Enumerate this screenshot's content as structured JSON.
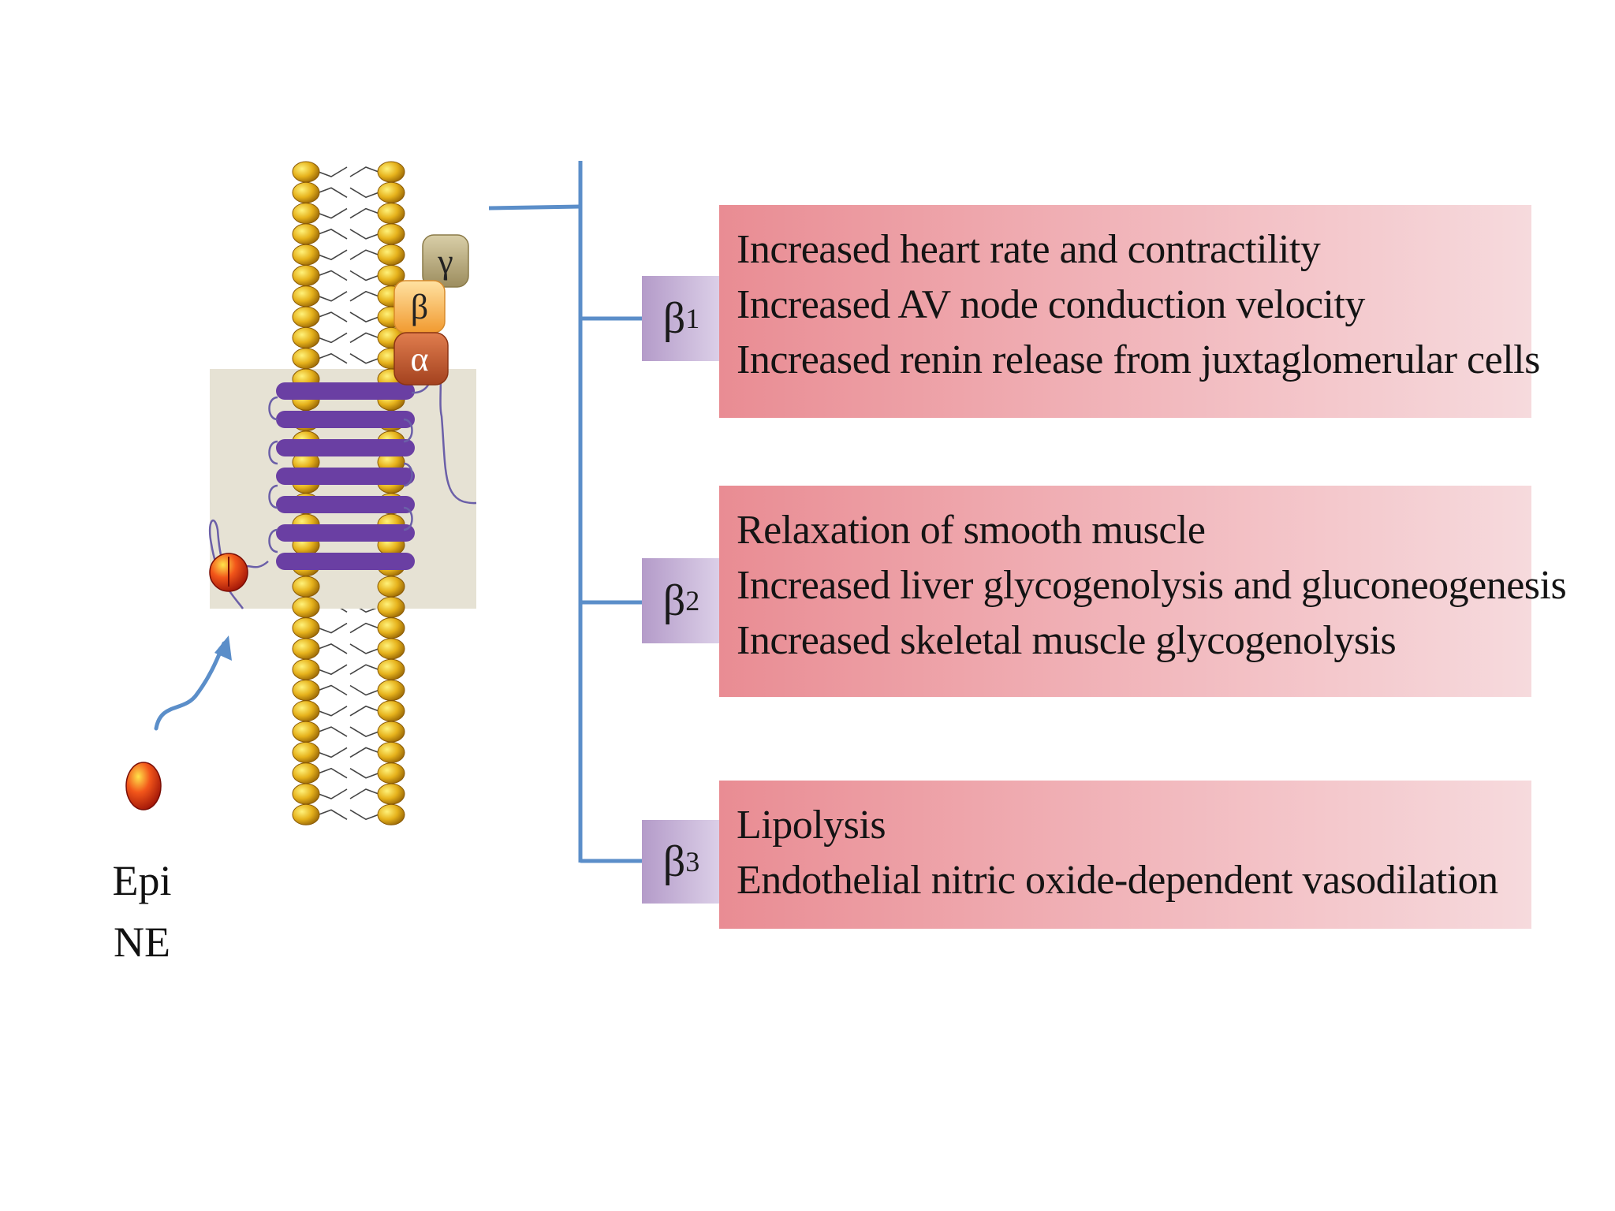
{
  "receptor_subunits": {
    "gamma": "γ",
    "beta": "β",
    "alpha": "α"
  },
  "ligand": {
    "label_line1": "Epi",
    "label_line2": "NE"
  },
  "subtypes": [
    {
      "symbol": "β",
      "index": "1",
      "effects": [
        "Increased heart rate and contractility",
        "Increased AV node conduction velocity",
        "Increased renin release from juxtaglomerular cells"
      ]
    },
    {
      "symbol": "β",
      "index": "2",
      "effects": [
        "Relaxation of smooth muscle",
        "Increased liver glycogenolysis and gluconeogenesis",
        "Increased skeletal muscle glycogenolysis"
      ]
    },
    {
      "symbol": "β",
      "index": "3",
      "effects": [
        "Lipolysis",
        "Endothelial nitric oxide-dependent vasodilation"
      ]
    }
  ],
  "colors": {
    "connector": "#5b8ec9",
    "helix": "#6a3fa3",
    "lipid_head": "#e0a91a",
    "ligand": "#e83a1e",
    "panel": "#e6e2d4",
    "gamma": "#b5a77a",
    "beta": "#f6b35a",
    "alpha": "#c0613a"
  }
}
